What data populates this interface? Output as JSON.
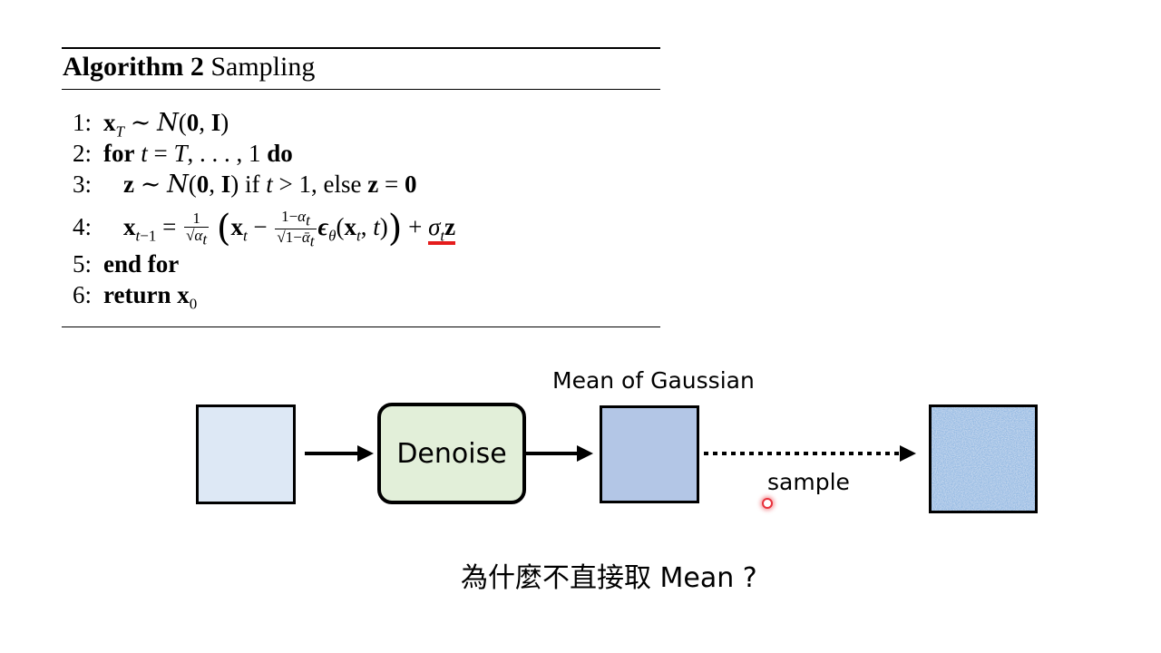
{
  "algorithm": {
    "title_bold": "Algorithm 2",
    "title_rest": "Sampling",
    "line_numbers": [
      "1:",
      "2:",
      "3:",
      "4:",
      "5:",
      "6:"
    ],
    "keywords": {
      "for": "for",
      "do": "do",
      "if": "if",
      "else": "else",
      "end_for": "end for",
      "return": "return"
    }
  },
  "diagram": {
    "denoise_label": "Denoise",
    "mean_label": "Mean of Gaussian",
    "sample_label": "sample",
    "question": "為什麼不直接取 Mean ?"
  },
  "colors": {
    "input_fill": "#dde8f5",
    "denoise_fill": "#e2efd9",
    "mean_fill": "#b3c6e6",
    "noise_base": "#6f96c8",
    "underline_red": "#e51c1c"
  },
  "icons": {
    "cursor": "laser-pointer-dot"
  }
}
